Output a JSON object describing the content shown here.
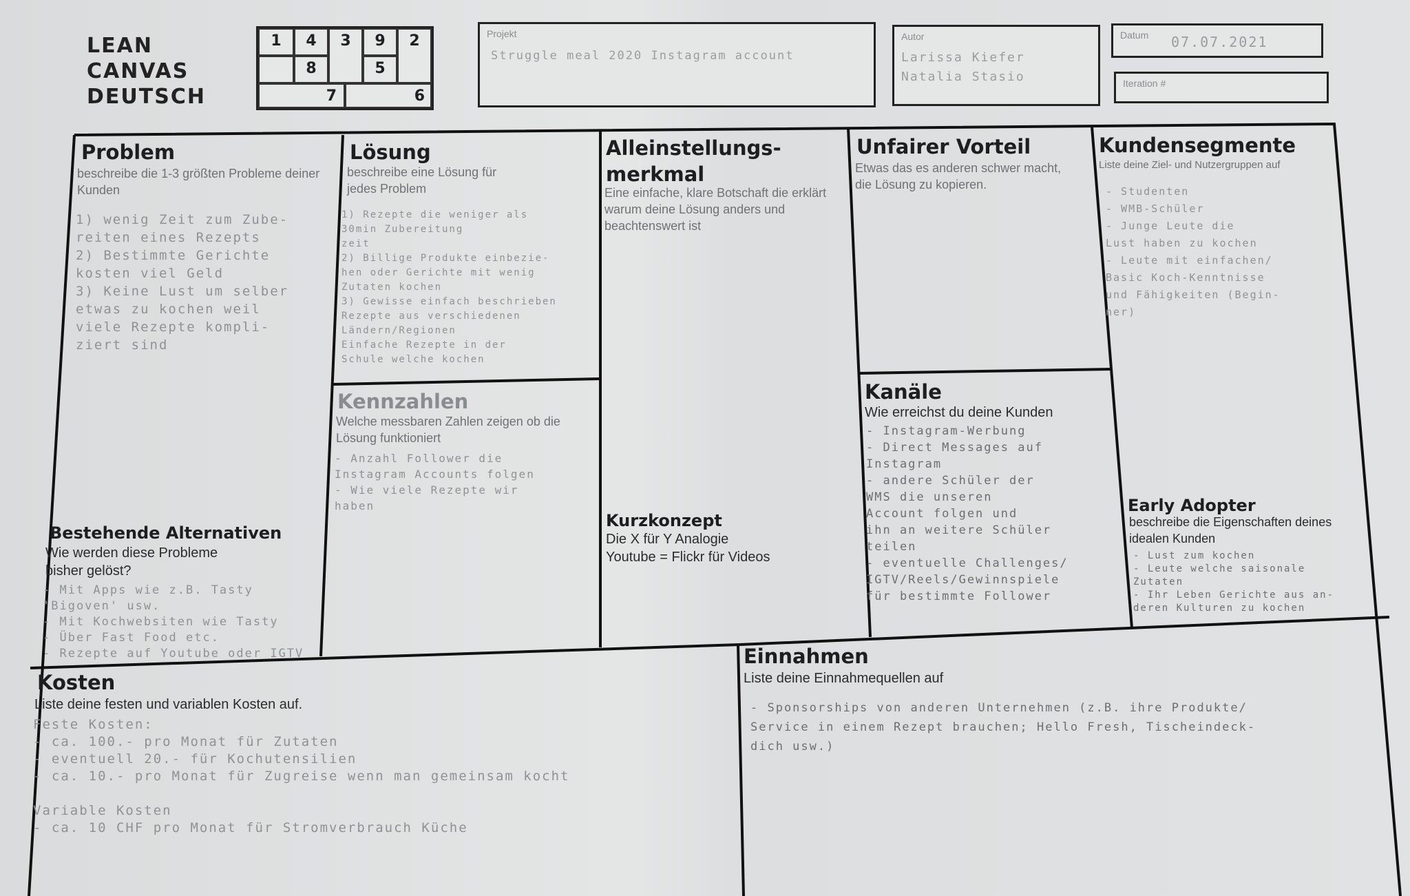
{
  "header": {
    "title_lines": [
      "LEAN",
      "CANVAS",
      "DEUTSCH"
    ],
    "mini_grid": {
      "row1": [
        "1",
        "4",
        "3",
        "9",
        "2"
      ],
      "row2": [
        "8",
        "5"
      ],
      "row3": [
        "7",
        "6"
      ]
    },
    "projekt_label": "Projekt",
    "projekt_value": "Struggle meal 2020 Instagram account",
    "autor_label": "Autor",
    "autor_value_1": "Larissa Kiefer",
    "autor_value_2": "Natalia Stasio",
    "datum_label": "Datum",
    "datum_value": "07.07.2021",
    "iteration_label": "Iteration #"
  },
  "problem": {
    "title": "Problem",
    "desc": "beschreibe die 1-3 größten Probleme deiner Kunden",
    "notes": "1) wenig Zeit zum Zube-\n   reiten eines Rezepts\n2) Bestimmte Gerichte\n   kosten viel Geld\n3) Keine Lust um selber\n   etwas zu kochen weil\n   viele Rezepte kompli-\n   ziert sind"
  },
  "alternativen": {
    "title": "Bestehende Alternativen",
    "desc": "Wie werden diese Probleme bisher gelöst?",
    "notes": "- Mit Apps wie z.B. Tasty\n  'Bigoven' usw.\n- Mit Kochwebsiten wie Tasty\n- Über Fast Food etc.\n- Rezepte auf Youtube oder IGTV"
  },
  "loesung": {
    "title": "Lösung",
    "desc": "beschreibe eine Lösung für jedes Problem",
    "notes": "1) Rezepte die weniger als\n   30min Zubereitung\n   zeit\n2) Billige Produkte einbezie-\n   hen oder Gerichte mit wenig\n   Zutaten kochen\n3) Gewisse einfach beschrieben\n   Rezepte aus verschiedenen\n   Ländern/Regionen\n   Einfache Rezepte in der\n   Schule welche kochen"
  },
  "kennzahlen": {
    "title": "Kennzahlen",
    "desc": "Welche messbaren Zahlen zeigen ob die Lösung funktioniert",
    "notes": "- Anzahl Follower die\n  Instagram Accounts folgen\n- Wie viele Rezepte wir\n  haben"
  },
  "alleinstellung": {
    "title_1": "Alleinstellungs-",
    "title_2": "merkmal",
    "desc": "Eine einfache, klare Botschaft die erklärt warum deine Lösung anders und beachtenswert ist"
  },
  "kurzkonzept": {
    "title": "Kurzkonzept",
    "line_1": "Die X für Y Analogie",
    "line_2": "Youtube = Flickr für Videos"
  },
  "unfair": {
    "title": "Unfairer Vorteil",
    "desc": "Etwas das es anderen schwer macht, die Lösung zu kopieren."
  },
  "kanaele": {
    "title": "Kanäle",
    "desc": "Wie erreichst du deine Kunden",
    "notes": "- Instagram-Werbung\n- Direct Messages auf\n  Instagram\n- andere Schüler der\n  WMS die unseren\n  Account folgen und\n  ihn an weitere Schüler\n  teilen\n- eventuelle Challenges/\n  IGTV/Reels/Gewinnspiele\n  für bestimmte Follower"
  },
  "kundensegmente": {
    "title": "Kundensegmente",
    "desc": "Liste deine Ziel- und Nutzergruppen auf",
    "notes": "- Studenten\n- WMB-Schüler\n- Junge Leute die\n  Lust haben zu kochen\n- Leute mit einfachen/\n  Basic Koch-Kenntnisse\n  und Fähigkeiten (Begin-\n  ner)"
  },
  "early_adopter": {
    "title": "Early Adopter",
    "desc": "beschreibe die Eigenschaften deines idealen Kunden",
    "notes": "- Lust zum kochen\n- Leute welche saisonale\n  Zutaten\n- Ihr Leben Gerichte aus an-\n  deren Kulturen zu kochen"
  },
  "kosten": {
    "title": "Kosten",
    "desc": "Liste deine festen und variablen Kosten auf.",
    "notes": "Feste Kosten:\n- ca. 100.- pro Monat für Zutaten\n- eventuell 20.- für Kochutensilien\n- ca. 10.- pro Monat für Zugreise wenn man gemeinsam kocht\n\nVariable Kosten\n- ca. 10 CHF pro Monat für Stromverbrauch Küche"
  },
  "einnahmen": {
    "title": "Einnahmen",
    "desc": "Liste deine Einnahmequellen auf",
    "notes": "- Sponsorships von anderen Unternehmen (z.B. ihre Produkte/\n  Service in einem Rezept brauchen; Hello Fresh, Tischeindeck-\n  dich usw.)"
  }
}
